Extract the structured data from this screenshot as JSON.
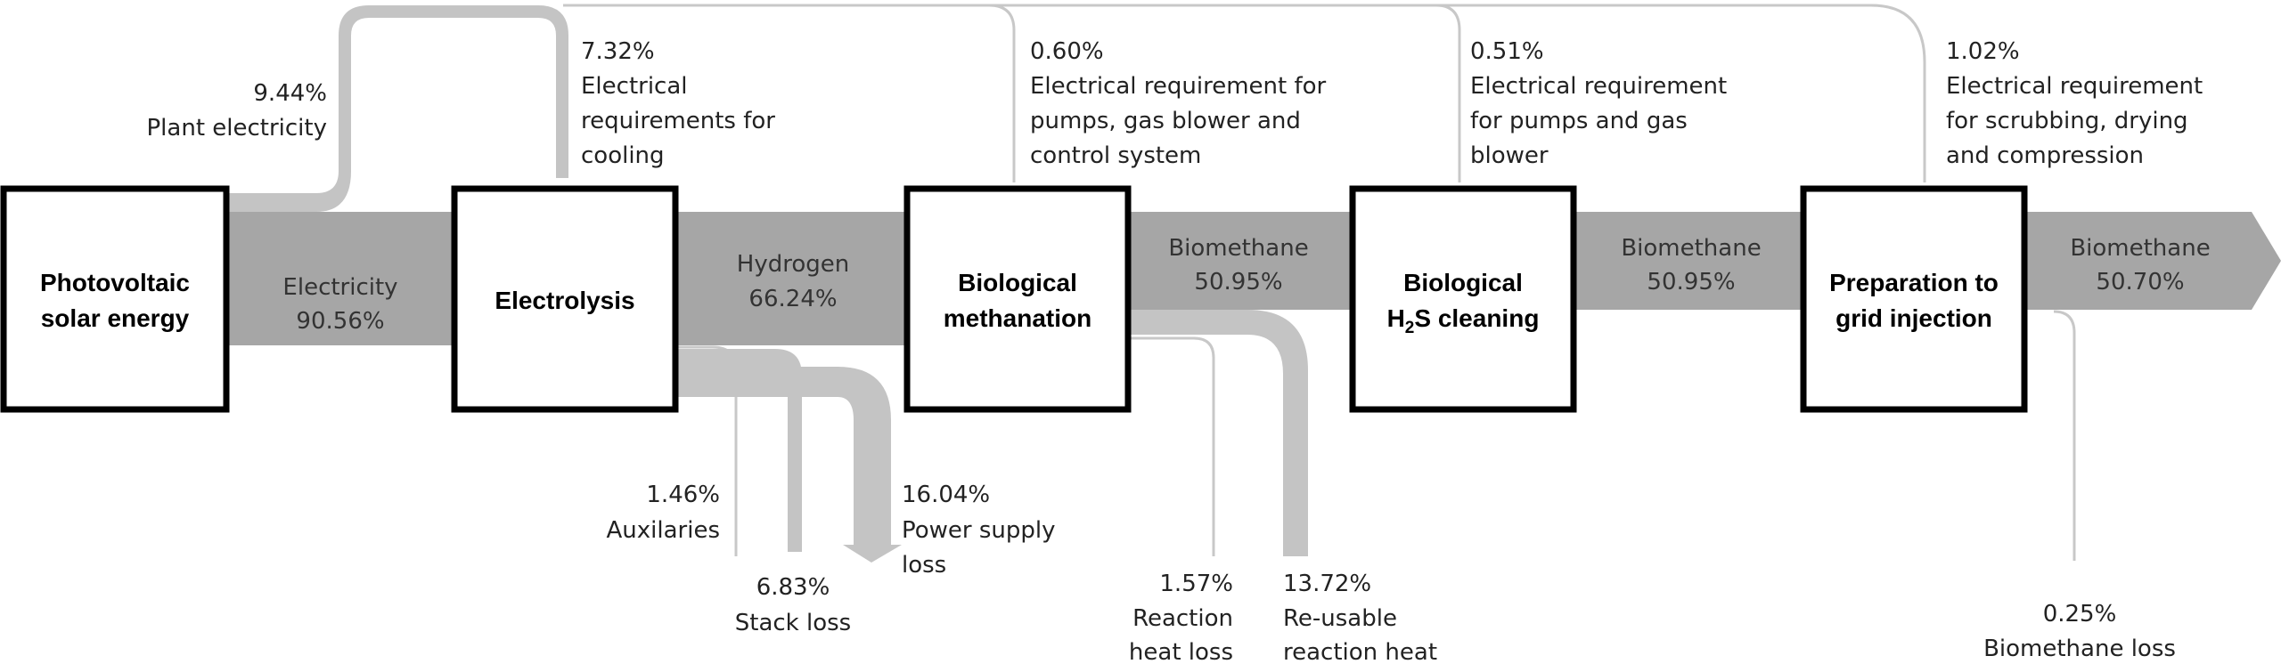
{
  "nodes": {
    "pv": {
      "line1": "Photovoltaic",
      "line2": "solar energy"
    },
    "electrolysis": {
      "line1": "Electrolysis"
    },
    "methanation": {
      "line1": "Biological",
      "line2": "methanation"
    },
    "h2s": {
      "line1": "Biological",
      "line2_main": "H",
      "line2_sub": "2",
      "line2_rest": "S cleaning"
    },
    "grid": {
      "line1": "Preparation to",
      "line2": "grid injection"
    }
  },
  "flows": {
    "electricity": {
      "name": "Electricity",
      "value": "90.56%"
    },
    "hydrogen": {
      "name": "Hydrogen",
      "value": "66.24%"
    },
    "biomethane1": {
      "name": "Biomethane",
      "value": "50.95%"
    },
    "biomethane2": {
      "name": "Biomethane",
      "value": "50.95%"
    },
    "biomethane3": {
      "name": "Biomethane",
      "value": "50.70%"
    }
  },
  "inputs": {
    "plant_electricity": {
      "value": "9.44%",
      "line1": "Plant electricity"
    },
    "cooling": {
      "value": "7.32%",
      "line1": "Electrical",
      "line2": "requirements for",
      "line3": "cooling"
    },
    "pumps_control": {
      "value": "0.60%",
      "line1": "Electrical requirement for",
      "line2": "pumps, gas blower and",
      "line3": "control system"
    },
    "pumps_blower": {
      "value": "0.51%",
      "line1": "Electrical requirement",
      "line2": "for pumps and gas",
      "line3": "blower"
    },
    "scrubbing": {
      "value": "1.02%",
      "line1": "Electrical requirement",
      "line2": "for scrubbing, drying",
      "line3": "and compression"
    }
  },
  "losses": {
    "auxilaries": {
      "value": "1.46%",
      "line1": "Auxilaries"
    },
    "stack": {
      "value": "6.83%",
      "line1": "Stack loss"
    },
    "power_supply": {
      "value": "16.04%",
      "line1": "Power supply",
      "line2": "loss"
    },
    "reaction_heat": {
      "value": "1.57%",
      "line1": "Reaction",
      "line2": "heat loss"
    },
    "reusable_heat": {
      "value": "13.72%",
      "line1": "Re-usable",
      "line2": "reaction heat"
    },
    "biomethane_loss": {
      "value": "0.25%",
      "line1": "Biomethane loss"
    }
  },
  "colors": {
    "main_flow": "#a6a6a6",
    "loss_flow": "#c4c4c4",
    "box_border": "#000000"
  }
}
